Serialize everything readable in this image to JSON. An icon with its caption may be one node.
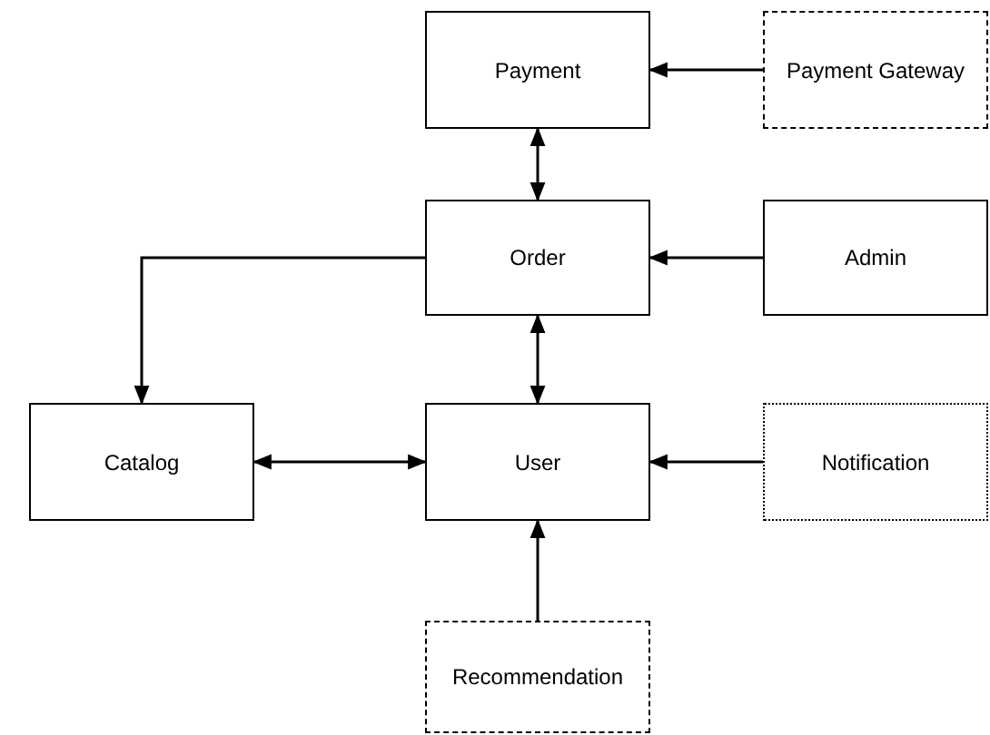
{
  "diagram": {
    "nodes": [
      {
        "text": [
          "Payment"
        ]
      },
      {
        "text": [
          "Payment Gateway"
        ]
      },
      {
        "text": [
          "Order"
        ]
      },
      {
        "text": [
          "Admin"
        ]
      },
      {
        "text": [
          "Catalog"
        ]
      },
      {
        "text": [
          "User"
        ]
      },
      {
        "text": [
          "Notification"
        ]
      },
      {
        "text": [
          "Recommendation"
        ]
      }
    ],
    "edges": [
      {
        "from": 1,
        "to": 0,
        "arrow": "to"
      },
      {
        "from": 0,
        "to": 2,
        "arrow": "both"
      },
      {
        "from": 3,
        "to": 2,
        "arrow": "to"
      },
      {
        "from": 2,
        "to": 4,
        "arrow": "to"
      },
      {
        "from": 2,
        "to": 5,
        "arrow": "both"
      },
      {
        "from": 4,
        "to": 5,
        "arrow": "both"
      },
      {
        "from": 6,
        "to": 5,
        "arrow": "to"
      },
      {
        "from": 7,
        "to": 5,
        "arrow": "to"
      }
    ]
  }
}
